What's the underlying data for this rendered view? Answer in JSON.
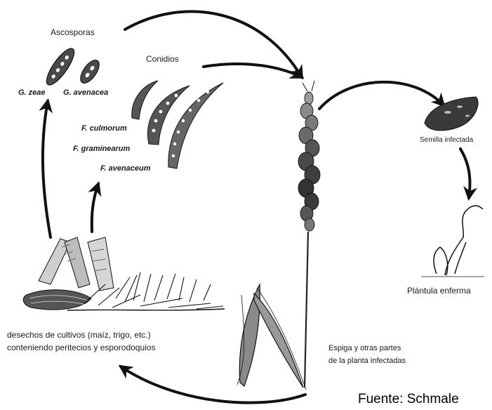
{
  "labels": {
    "ascosporas": "Ascosporas",
    "conidios": "Conidios",
    "g_zeae": "G. zeae",
    "g_avenacea": "G. avenacea",
    "f_culmorum": "F. culmorum",
    "f_graminearum": "F. graminearum",
    "f_avenaceum": "F. avenaceum",
    "semilla": "Semilla infectada",
    "plantula": "Plántula enferma",
    "desechos_line1": "desechos de cultivos (maíz, trigo, etc.)",
    "desechos_line2": "conteniendo peritecios y esporodoquios",
    "espiga_line1": "Espiga y otras partes",
    "espiga_line2": "de la planta infectadas",
    "fuente": "Fuente: Schmale"
  },
  "icons": [
    "ascospore-icon",
    "conidium-icon",
    "wheat-spike-icon",
    "infected-seed-icon",
    "diseased-seedling-icon",
    "crop-debris-icon",
    "leaf-icon",
    "cycle-arrow-icon"
  ],
  "colors": {
    "ink": "#1a1a1a",
    "background": "#ffffff",
    "spore_fill": "#4a4a4a"
  }
}
